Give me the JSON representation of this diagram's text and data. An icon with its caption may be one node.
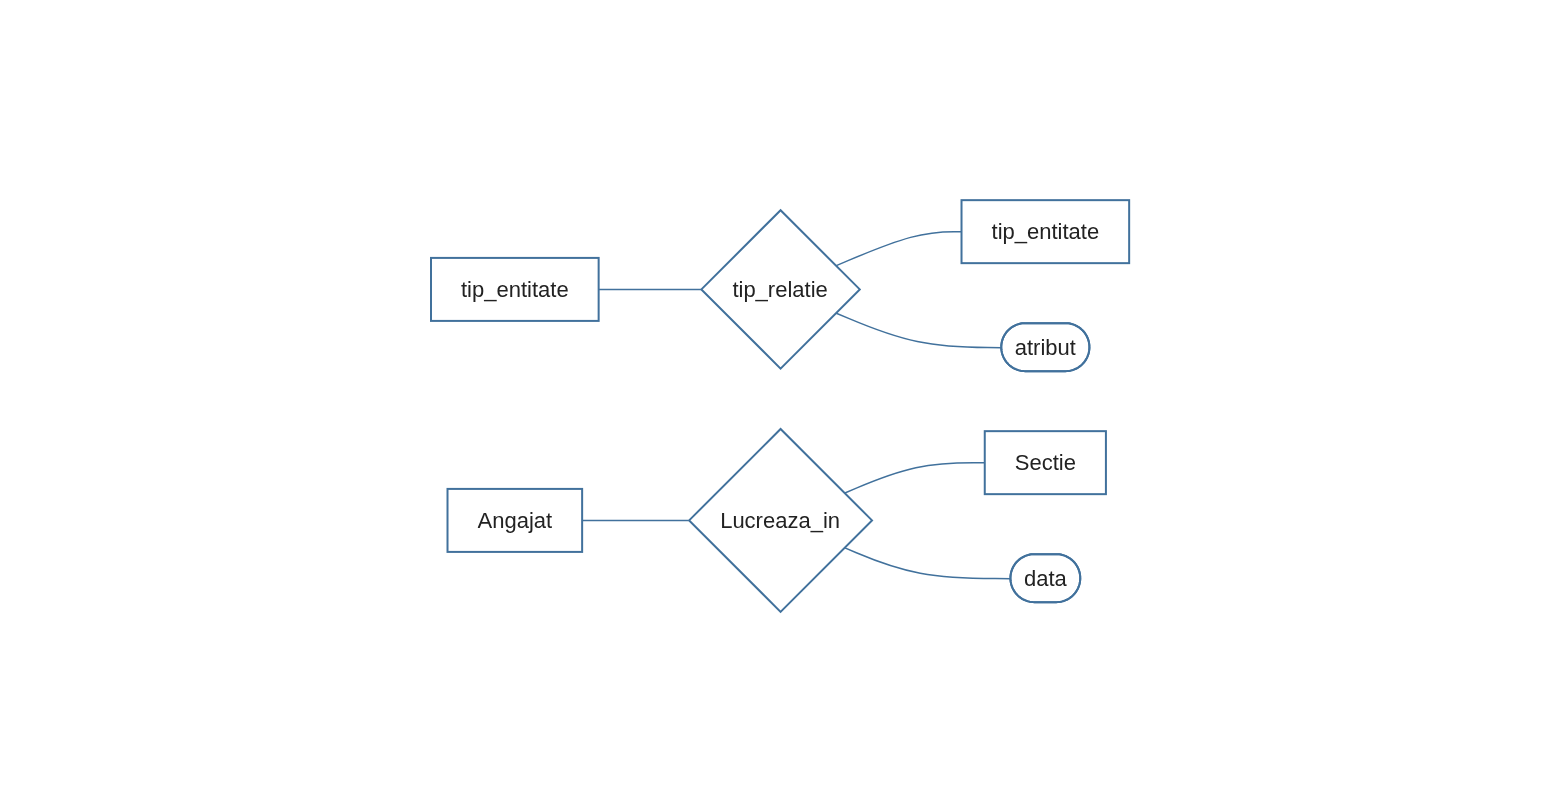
{
  "diagram": {
    "nodes": [
      {
        "text": [
          "tip_entitate"
        ]
      },
      {
        "text": [
          "tip_relatie"
        ]
      },
      {
        "text": [
          "tip_entitate"
        ]
      },
      {
        "text": [
          "atribut"
        ]
      },
      {
        "text": [
          "Angajat"
        ]
      },
      {
        "text": [
          "Lucreaza_in"
        ]
      },
      {
        "text": [
          "Sectie"
        ]
      },
      {
        "text": [
          "data"
        ]
      }
    ],
    "edges": [
      {
        "from": 0,
        "to": 1,
        "arrow": "none"
      },
      {
        "from": 1,
        "to": 2,
        "arrow": "none"
      },
      {
        "from": 1,
        "to": 3,
        "arrow": "none"
      },
      {
        "from": 4,
        "to": 5,
        "arrow": "none"
      },
      {
        "from": 5,
        "to": 6,
        "arrow": "none"
      },
      {
        "from": 5,
        "to": 7,
        "arrow": "none"
      }
    ]
  }
}
